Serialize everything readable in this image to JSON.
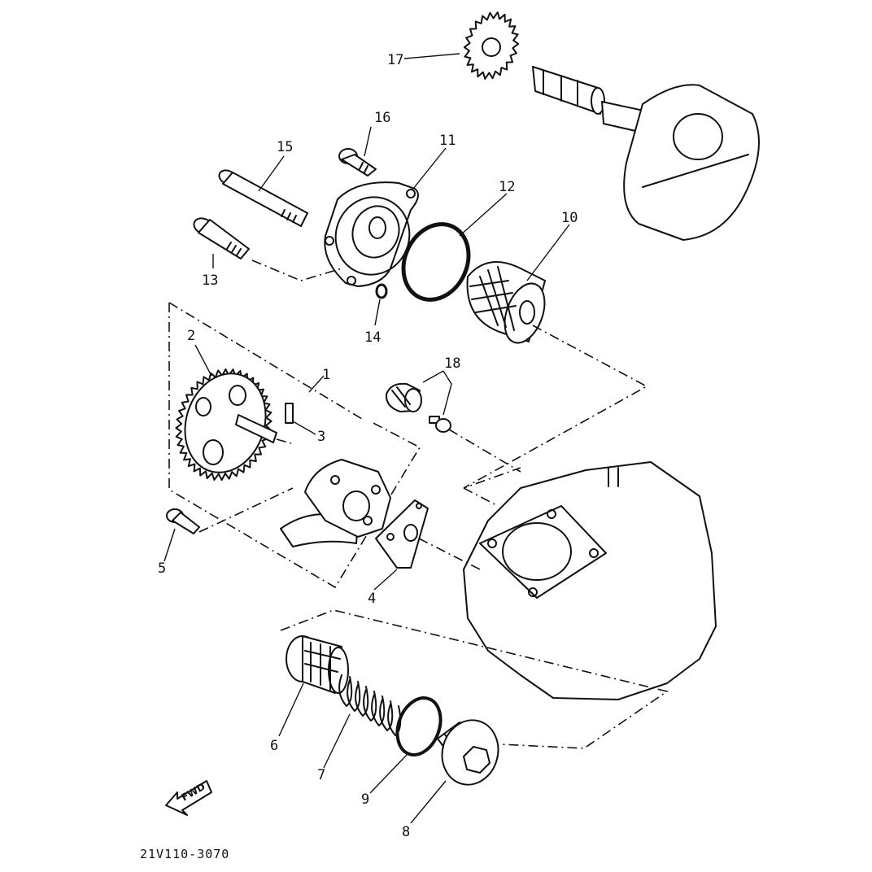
{
  "drawing_code": "21V110-3070",
  "fwd_label": "FWD",
  "callouts": [
    {
      "id": "1",
      "text": "1"
    },
    {
      "id": "2",
      "text": "2"
    },
    {
      "id": "3",
      "text": "3"
    },
    {
      "id": "4",
      "text": "4"
    },
    {
      "id": "5",
      "text": "5"
    },
    {
      "id": "6",
      "text": "6"
    },
    {
      "id": "7",
      "text": "7"
    },
    {
      "id": "8",
      "text": "8"
    },
    {
      "id": "9",
      "text": "9"
    },
    {
      "id": "10",
      "text": "10"
    },
    {
      "id": "11",
      "text": "11"
    },
    {
      "id": "12",
      "text": "12"
    },
    {
      "id": "13",
      "text": "13"
    },
    {
      "id": "14",
      "text": "14"
    },
    {
      "id": "15",
      "text": "15"
    },
    {
      "id": "16",
      "text": "16"
    },
    {
      "id": "17",
      "text": "17"
    },
    {
      "id": "18",
      "text": "18"
    }
  ]
}
